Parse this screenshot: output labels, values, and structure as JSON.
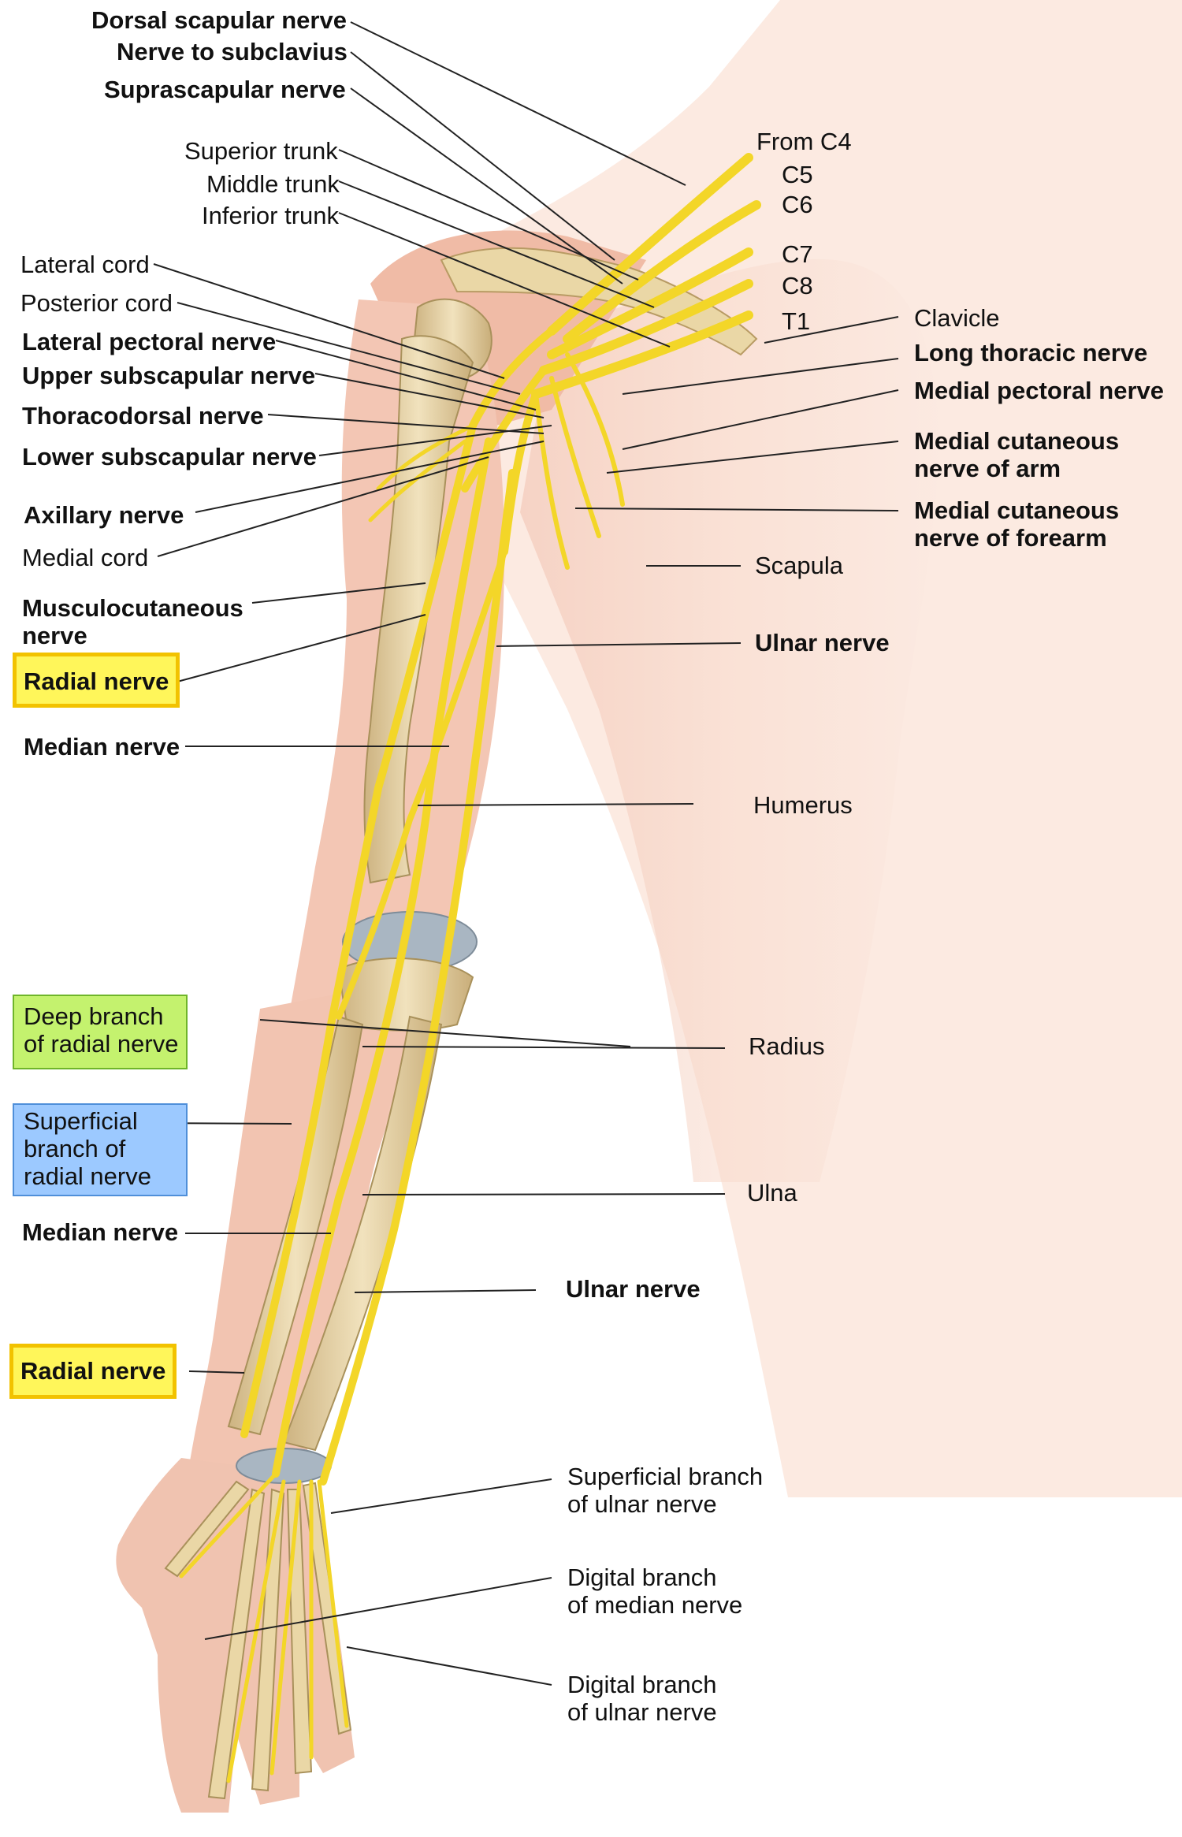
{
  "labels": {
    "dorsal_scapular": "Dorsal scapular nerve",
    "nerve_subclavius": "Nerve to subclavius",
    "suprascapular": "Suprascapular nerve",
    "superior_trunk": "Superior trunk",
    "middle_trunk": "Middle trunk",
    "inferior_trunk": "Inferior trunk",
    "lateral_cord": "Lateral cord",
    "posterior_cord": "Posterior cord",
    "lateral_pectoral": "Lateral pectoral nerve",
    "upper_subscapular": "Upper subscapular nerve",
    "thoracodorsal": "Thoracodorsal nerve",
    "lower_subscapular": "Lower subscapular nerve",
    "axillary": "Axillary nerve",
    "medial_cord": "Medial cord",
    "musculocutaneous": [
      "Musculocutaneous",
      "nerve"
    ],
    "radial_upper": "Radial nerve",
    "median_upper": "Median nerve",
    "deep_branch_radial": [
      "Deep branch",
      "of radial nerve"
    ],
    "superficial_branch_radial": [
      "Superficial",
      "branch of",
      "radial nerve"
    ],
    "median_lower": "Median nerve",
    "radial_lower": "Radial nerve",
    "from_c4": "From C4",
    "c5": "C5",
    "c6": "C6",
    "c7": "C7",
    "c8": "C8",
    "t1": "T1",
    "clavicle": "Clavicle",
    "long_thoracic": "Long thoracic nerve",
    "medial_pectoral": "Medial pectoral nerve",
    "medial_cut_arm": [
      "Medial cutaneous",
      "nerve of arm"
    ],
    "medial_cut_forearm": [
      "Medial cutaneous",
      "nerve of forearm"
    ],
    "scapula": "Scapula",
    "ulnar_upper": "Ulnar nerve",
    "humerus": "Humerus",
    "radius": "Radius",
    "ulna": "Ulna",
    "ulnar_lower": "Ulnar nerve",
    "superficial_ulnar": [
      "Superficial branch",
      "of ulnar nerve"
    ],
    "digital_median": [
      "Digital branch",
      "of median nerve"
    ],
    "digital_ulnar": [
      "Digital branch",
      "of ulnar nerve"
    ]
  },
  "colors": {
    "nerve": "#f3d628",
    "nerve_outline": "#c9a80c",
    "skin": "#f6d2c4",
    "bone": "#e9d6a8",
    "cartilage": "#a9b6c2",
    "highlight_yellow": "#fff65a",
    "highlight_green": "#c4f26e",
    "highlight_blue": "#9cc9ff"
  }
}
